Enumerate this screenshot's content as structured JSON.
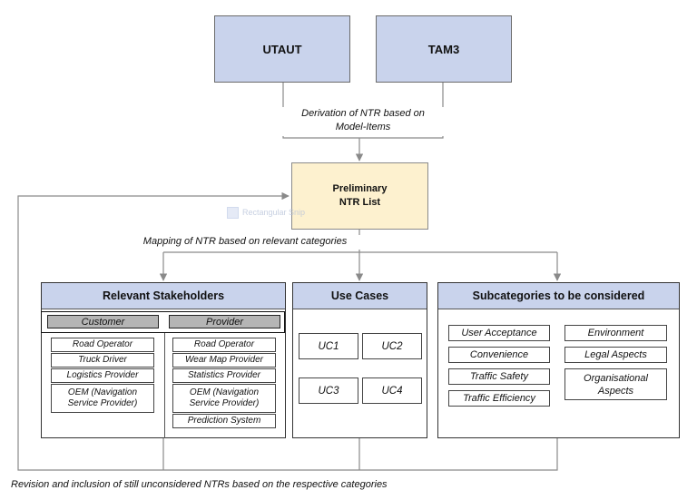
{
  "models": [
    {
      "label": "UTAUT"
    },
    {
      "label": "TAM3"
    }
  ],
  "derivation_label": {
    "line1": "Derivation of NTR based on",
    "line2": "Model-Items"
  },
  "ntr_list": {
    "line1": "Preliminary",
    "line2": "NTR List"
  },
  "snip_watermark": "Rectangular Snip",
  "mapping_label": "Mapping of NTR based on relevant categories",
  "stakeholders": {
    "title": "Relevant Stakeholders",
    "customer": {
      "header": "Customer",
      "items": [
        "Road Operator",
        "Truck Driver",
        "Logistics Provider",
        "OEM (Navigation Service Provider)"
      ]
    },
    "provider": {
      "header": "Provider",
      "items": [
        "Road Operator",
        "Wear Map Provider",
        "Statistics Provider",
        "OEM (Navigation Service Provider)",
        "Prediction System"
      ]
    }
  },
  "use_cases": {
    "title": "Use Cases",
    "items": [
      "UC1",
      "UC2",
      "UC3",
      "UC4"
    ]
  },
  "subcategories": {
    "title": "Subcategories to be considered",
    "left": [
      "User Acceptance",
      "Convenience",
      "Traffic Safety",
      "Traffic Efficiency"
    ],
    "right": [
      "Environment",
      "Legal Aspects",
      "Organisational Aspects"
    ]
  },
  "revision_label": "Revision and inclusion of still unconsidered NTRs based on the respective categories",
  "colors": {
    "model_fill": "#c9d3ec",
    "ntr_fill": "#fdf1cf",
    "group_header_fill": "#b5b5b5",
    "line": "#8a8a8a"
  }
}
